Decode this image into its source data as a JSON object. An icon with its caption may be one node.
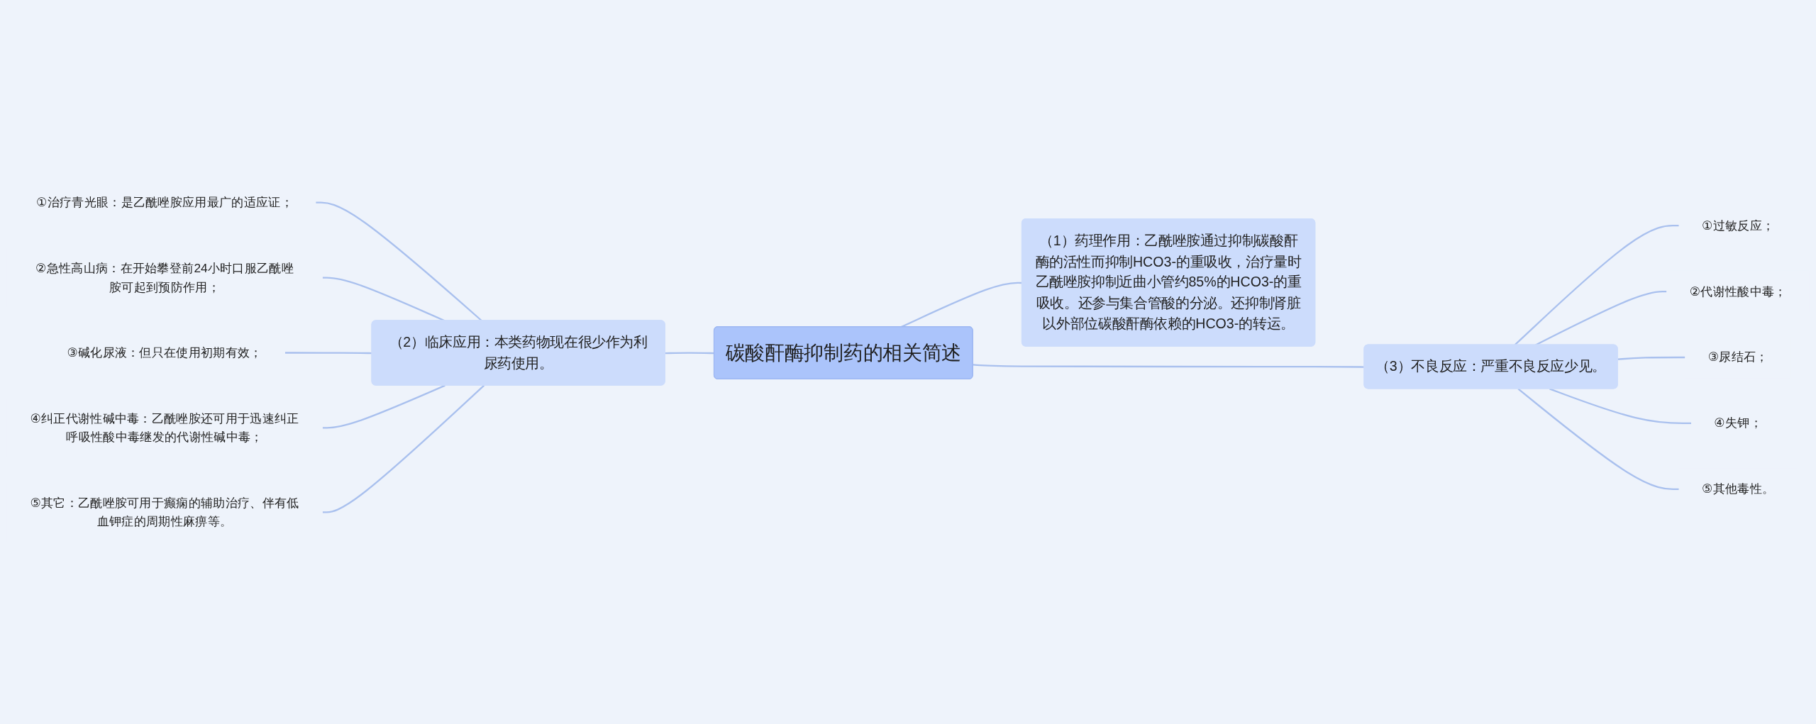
{
  "diagram": {
    "nodes": [
      {
        "text": [
          "①治疗青光眼：是乙酰唑胺应用最广的适应证；"
        ]
      },
      {
        "text": [
          "②急性高山病：在开始攀登前24小时口服乙酰唑胺可起到预防作用；"
        ]
      },
      {
        "text": [
          "③碱化尿液：但只在使用初期有效；"
        ]
      },
      {
        "text": [
          "④纠正代谢性碱中毒：乙酰唑胺还可用于迅速纠正呼吸性酸中毒继发的代谢性碱中毒；"
        ]
      },
      {
        "text": [
          "⑤其它：乙酰唑胺可用于癫痫的辅助治疗、伴有低血钾症的周期性麻痹等。"
        ]
      },
      {
        "text": [
          "（2）临床应用：本类药物现在很少作为利尿药使用。"
        ]
      },
      {
        "text": [
          "碳酸酐酶抑制药的相关简述"
        ]
      },
      {
        "text": [
          "（1）药理作用：乙酰唑胺通过抑制碳酸酐酶的活性而抑制HCO3-的重吸收，治疗量时乙酰唑胺抑制近曲小管约85%的HCO3-的重吸收。还参与集合管酸的分泌。还抑制肾脏以外部位碳酸酐酶依赖的HCO3-的转运。"
        ]
      },
      {
        "text": [
          "（3）不良反应：严重不良反应少见。"
        ]
      },
      {
        "text": [
          "①过敏反应；"
        ]
      },
      {
        "text": [
          "②代谢性酸中毒；"
        ]
      },
      {
        "text": [
          "③尿结石；"
        ]
      },
      {
        "text": [
          "④失钾；"
        ]
      },
      {
        "text": [
          "⑤其他毒性。"
        ]
      }
    ],
    "edges": [
      {
        "from": 0,
        "to": 5,
        "arrow": "none"
      },
      {
        "from": 1,
        "to": 5,
        "arrow": "none"
      },
      {
        "from": 2,
        "to": 5,
        "arrow": "none"
      },
      {
        "from": 3,
        "to": 5,
        "arrow": "none"
      },
      {
        "from": 4,
        "to": 5,
        "arrow": "none"
      },
      {
        "from": 5,
        "to": 6,
        "arrow": "none"
      },
      {
        "from": 6,
        "to": 7,
        "arrow": "none"
      },
      {
        "from": 6,
        "to": 8,
        "arrow": "none"
      },
      {
        "from": 8,
        "to": 9,
        "arrow": "none"
      },
      {
        "from": 8,
        "to": 10,
        "arrow": "none"
      },
      {
        "from": 8,
        "to": 11,
        "arrow": "none"
      },
      {
        "from": 8,
        "to": 12,
        "arrow": "none"
      },
      {
        "from": 8,
        "to": 13,
        "arrow": "none"
      }
    ]
  }
}
